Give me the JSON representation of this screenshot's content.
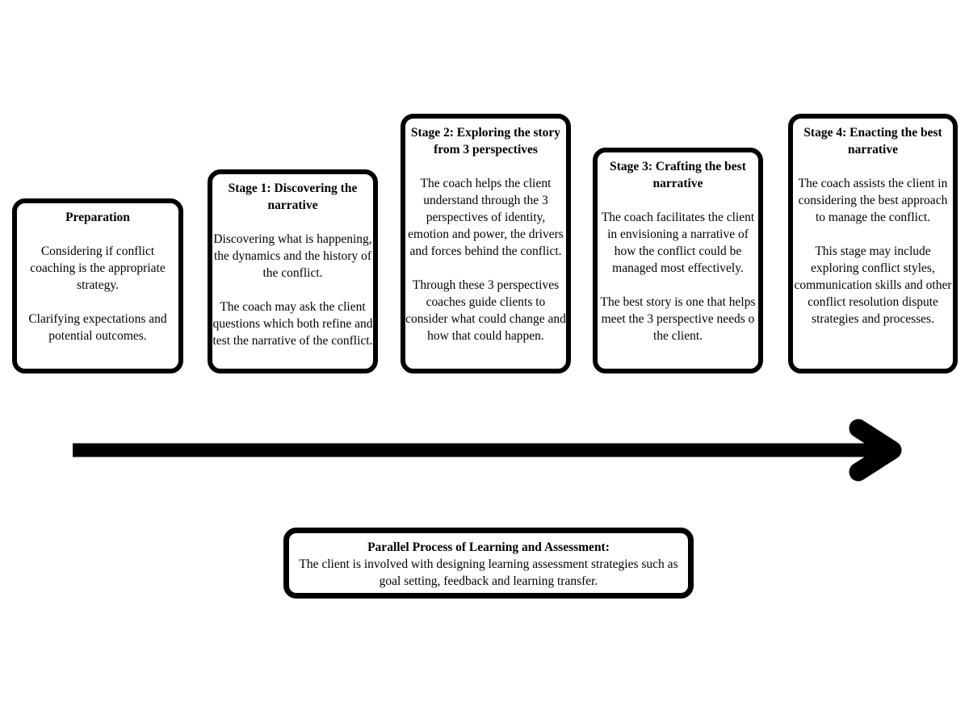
{
  "diagram": {
    "background_color": "#ffffff",
    "line_color": "#000000",
    "stages": [
      {
        "title": "Preparation",
        "paragraphs": [
          "Considering if conflict coaching is the appropriate strategy.",
          "Clarifying expectations and potential outcomes."
        ]
      },
      {
        "title": "Stage 1: Discovering the narrative",
        "paragraphs": [
          "Discovering what is happening, the dynamics and the history of the conflict.",
          "The coach may ask the client questions which both refine and test the narrative of the conflict."
        ]
      },
      {
        "title": "Stage 2: Exploring the story from 3 perspectives",
        "paragraphs": [
          "The coach helps the client understand through the 3 perspectives of identity, emotion and power, the drivers and forces behind the conflict.",
          "Through these 3 perspectives coaches guide clients to consider what could change and how that could happen."
        ]
      },
      {
        "title": "Stage 3: Crafting the best narrative",
        "paragraphs": [
          "The coach facilitates the client in envisioning a narrative of how the conflict could be managed most effectively.",
          "The best story is one that helps meet the 3 perspective needs o the client."
        ]
      },
      {
        "title": "Stage 4: Enacting the best narrative",
        "paragraphs": [
          "The coach assists the client in considering the best approach to manage the conflict.",
          "This stage may include exploring conflict styles, communication skills and other conflict resolution dispute strategies and processes."
        ]
      }
    ],
    "arrow": {
      "direction": "right",
      "color": "#000000"
    },
    "parallel_box": {
      "title": "Parallel Process of Learning and Assessment:",
      "body": "The client is involved with designing learning assessment strategies such as goal setting, feedback and learning transfer."
    }
  }
}
